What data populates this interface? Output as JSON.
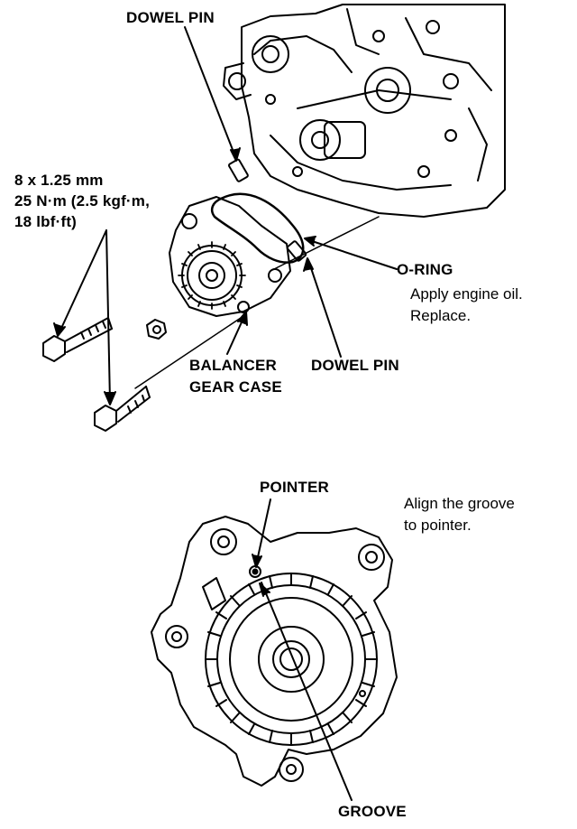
{
  "labels": {
    "dowel_pin_top": "DOWEL PIN",
    "bolt_spec_1": "8 x 1.25 mm",
    "bolt_spec_2": "25 N·m (2.5 kgf·m,",
    "bolt_spec_3": "18 lbf·ft)",
    "oring_title": "O-RING",
    "oring_note_1": "Apply engine oil.",
    "oring_note_2": "Replace.",
    "balancer_1": "BALANCER",
    "balancer_2": "GEAR CASE",
    "dowel_pin_bottom": "DOWEL PIN",
    "pointer": "POINTER",
    "align_note_1": "Align the groove",
    "align_note_2": "to pointer.",
    "groove": "GROOVE"
  },
  "colors": {
    "ink": "#000000",
    "paper": "#ffffff"
  }
}
